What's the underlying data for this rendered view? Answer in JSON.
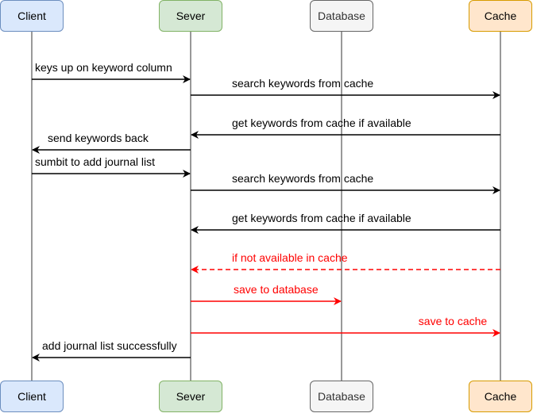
{
  "participants": [
    {
      "id": "client",
      "label": "Client",
      "fill": "#dae8fc",
      "stroke": "#6c8ebf",
      "text_color": "#000000"
    },
    {
      "id": "server",
      "label": "Sever",
      "fill": "#d5e8d4",
      "stroke": "#82b366",
      "text_color": "#000000"
    },
    {
      "id": "database",
      "label": "Database",
      "fill": "#f5f5f5",
      "stroke": "#666666",
      "text_color": "#333333"
    },
    {
      "id": "cache",
      "label": "Cache",
      "fill": "#ffe6cc",
      "stroke": "#d79b00",
      "text_color": "#000000"
    }
  ],
  "messages": [
    {
      "from": "client",
      "to": "server",
      "label": "keys up on keyword column",
      "color": "#000000",
      "dashed": false
    },
    {
      "from": "server",
      "to": "cache",
      "label": "search keywords from cache",
      "color": "#000000",
      "dashed": false
    },
    {
      "from": "cache",
      "to": "server",
      "label": "get keywords from cache if available",
      "color": "#000000",
      "dashed": false
    },
    {
      "from": "server",
      "to": "client",
      "label": "send keywords back",
      "color": "#000000",
      "dashed": false
    },
    {
      "from": "client",
      "to": "server",
      "label": "sumbit to add journal list",
      "color": "#000000",
      "dashed": false
    },
    {
      "from": "server",
      "to": "cache",
      "label": "search keywords from cache",
      "color": "#000000",
      "dashed": false
    },
    {
      "from": "cache",
      "to": "server",
      "label": "get keywords from cache if available",
      "color": "#000000",
      "dashed": false
    },
    {
      "from": "cache",
      "to": "server",
      "label": "if not available in cache",
      "color": "#ff0000",
      "dashed": true
    },
    {
      "from": "server",
      "to": "database",
      "label": "save to database",
      "color": "#ff0000",
      "dashed": false
    },
    {
      "from": "server",
      "to": "cache",
      "label": "save to cache",
      "color": "#ff0000",
      "dashed": false
    },
    {
      "from": "server",
      "to": "client",
      "label": "add journal list successfully",
      "color": "#000000",
      "dashed": false
    }
  ]
}
